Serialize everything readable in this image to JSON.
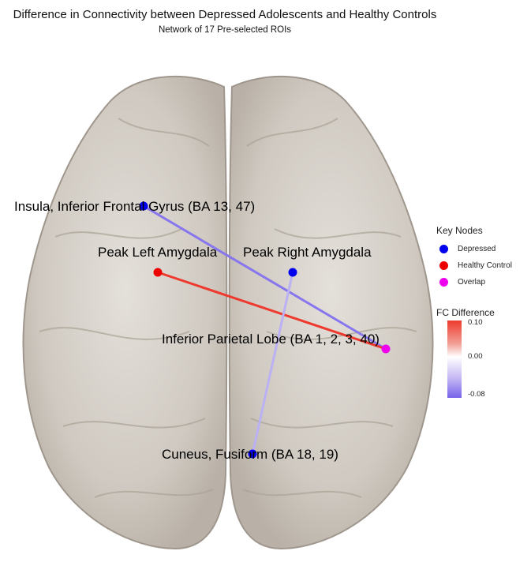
{
  "title": "Difference in Connectivity between Depressed Adolescents and Healthy Controls",
  "subtitle": "Network of 17 Pre-selected ROIs",
  "nodes": [
    {
      "id": "insula",
      "label": "Insula, Inferior Frontal Gyrus (BA 13, 47)",
      "group": "Depressed"
    },
    {
      "id": "left_amygdala",
      "label": "Peak Left Amygdala",
      "group": "Healthy Control"
    },
    {
      "id": "right_amygdala",
      "label": "Peak Right Amygdala",
      "group": "Depressed"
    },
    {
      "id": "parietal",
      "label": "Inferior Parietal Lobe (BA 1, 2, 3, 40)",
      "group": "Overlap"
    },
    {
      "id": "cuneus",
      "label": "Cuneus, Fusiform (BA 18, 19)",
      "group": "Depressed"
    }
  ],
  "edges": [
    {
      "from": "insula",
      "to": "parietal",
      "fc_difference": -0.07
    },
    {
      "from": "left_amygdala",
      "to": "parietal",
      "fc_difference": 0.1
    },
    {
      "from": "right_amygdala",
      "to": "cuneus",
      "fc_difference": -0.04
    }
  ],
  "legend": {
    "title": "Key Nodes",
    "items": [
      {
        "label": "Depressed",
        "color": "#0000ee"
      },
      {
        "label": "Healthy Control",
        "color": "#ee0000"
      },
      {
        "label": "Overlap",
        "color": "#ee00ee"
      }
    ]
  },
  "colorbar": {
    "title": "FC Difference",
    "max_label": "0.10",
    "mid_label": "0.00",
    "min_label": "-0.08",
    "max": 0.1,
    "min": -0.08,
    "high_color": "#ee3a2e",
    "low_color": "#7663ea"
  }
}
